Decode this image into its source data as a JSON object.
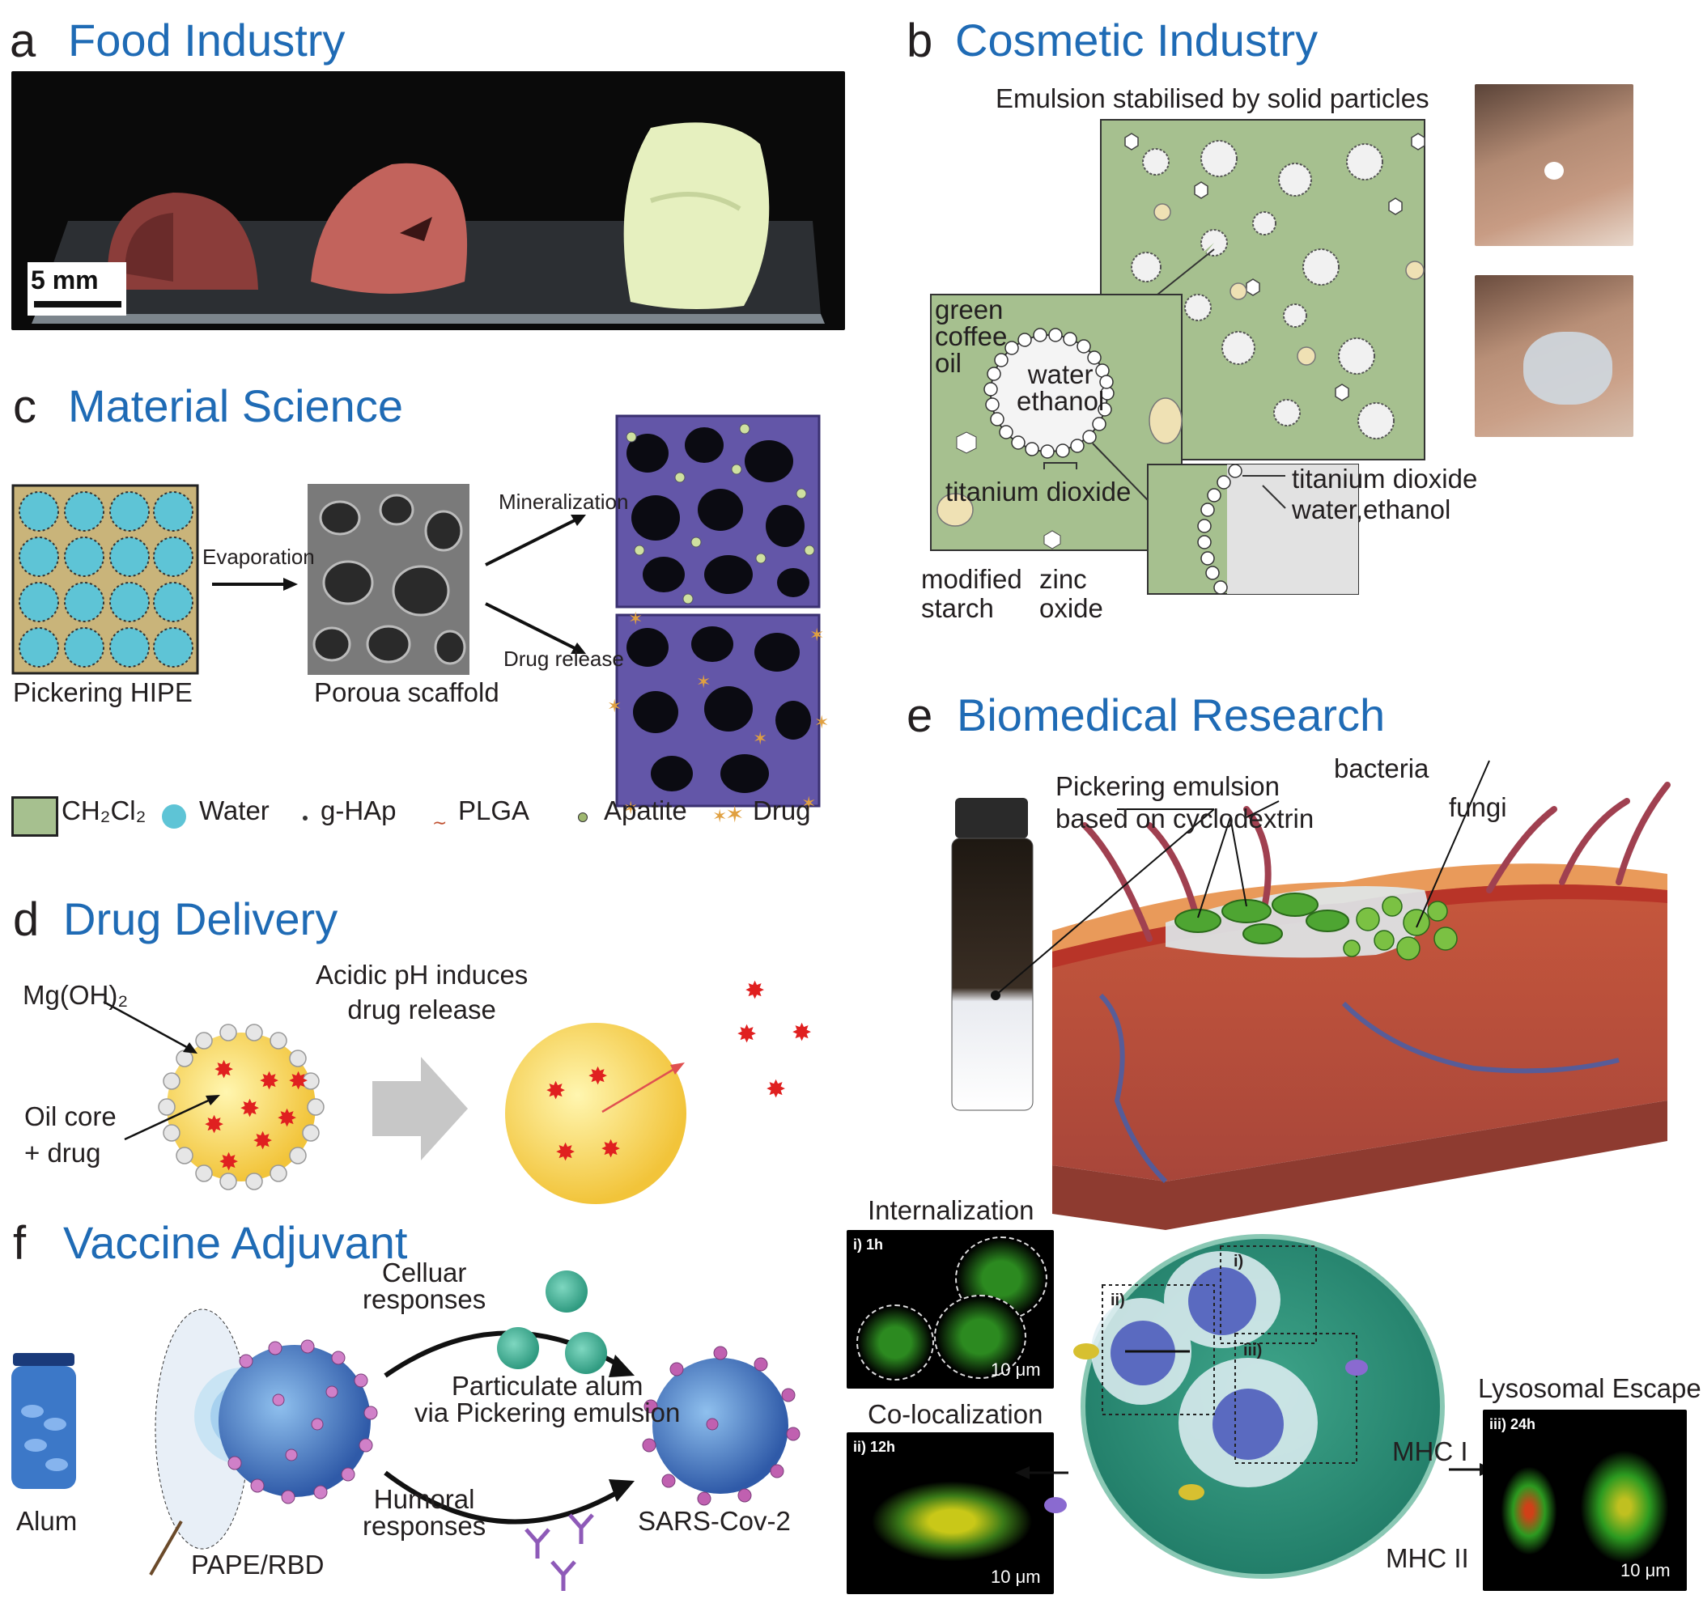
{
  "panels": {
    "a": {
      "letter": "a",
      "title": "Food Industry",
      "scale_bar": "5 mm"
    },
    "b": {
      "letter": "b",
      "title": "Cosmetic Industry",
      "heading": "Emulsion stabilised by solid particles",
      "labels": {
        "oil": "green\ncoffee\noil",
        "water": "water\nethanol",
        "tio2": "titanium dioxide",
        "tio2_right": "titanium dioxide",
        "water_right": "water,ethanol",
        "starch": "modified\nstarch",
        "zinc": "zinc\noxide"
      }
    },
    "c": {
      "letter": "c",
      "title": "Material Science",
      "steps": {
        "evaporation": "Evaporation",
        "mineralization": "Mineralization",
        "drug_release": "Drug release",
        "pickering": "Pickering HIPE",
        "scaffold": "Poroua scaffold"
      },
      "legend": [
        {
          "label": "CH₂Cl₂",
          "icon": "green-square"
        },
        {
          "label": "Water",
          "icon": "cyan-circle"
        },
        {
          "label": "g-HAp",
          "icon": "dot"
        },
        {
          "label": "PLGA",
          "icon": "squiggle"
        },
        {
          "label": "Apatite",
          "icon": "apatite-dot"
        },
        {
          "label": "Drug",
          "icon": "star"
        }
      ]
    },
    "d": {
      "letter": "d",
      "title": "Drug Delivery",
      "labels": {
        "mg": "Mg(OH)₂",
        "ph": "Acidic pH induces\ndrug release",
        "core": "Oil core\n+ drug"
      }
    },
    "e": {
      "letter": "e",
      "title": "Biomedical Research",
      "labels": {
        "pickering": "Pickering emulsion\nbased on cyclodextrin",
        "bacteria": "bacteria",
        "fungi": "fungi"
      }
    },
    "f": {
      "letter": "f",
      "title": "Vaccine Adjuvant",
      "labels": {
        "alum": "Alum",
        "pape": "PAPE/RBD",
        "cellular": "Celluar\nresponses",
        "particulate": "Particulate alum\nvia Pickering emulsion",
        "humoral": "Humoral\nresponses",
        "sars": "SARS-Cov-2",
        "internalization": "Internalization",
        "colocalization": "Co-localization",
        "lysosomal": "Lysosomal Escape",
        "t1": "i) 1h",
        "t2": "ii) 12h",
        "t3": "iii) 24h",
        "scale": "10 μm",
        "i": "i)",
        "ii": "ii)",
        "iii": "iii)",
        "mhc1": "MHC I",
        "mhc2": "MHC II"
      }
    }
  },
  "colors": {
    "title_blue": "#1f6bb5",
    "panel_green": "#a6c08f"
  }
}
